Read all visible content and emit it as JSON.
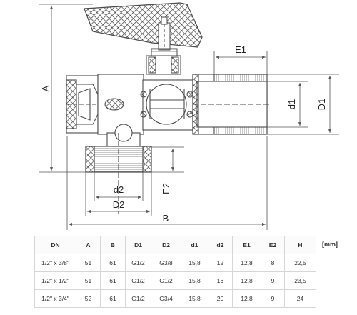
{
  "drawing": {
    "dims": {
      "A": "A",
      "B": "B",
      "E1": "E1",
      "E2": "E2",
      "d1": "d1",
      "D1": "D1",
      "d2": "d2",
      "D2": "D2"
    },
    "colors": {
      "line": "#4a4a4a",
      "hatch": "#3b3b3b",
      "dim": "#555555"
    }
  },
  "table": {
    "unit": "[mm]",
    "headers": [
      "DN",
      "A",
      "B",
      "D1",
      "D2",
      "d1",
      "d2",
      "E1",
      "E2",
      "H"
    ],
    "rows": [
      [
        "1/2\" x 3/8\"",
        "51",
        "61",
        "G1/2",
        "G3/8",
        "15,8",
        "12",
        "12,8",
        "8",
        "22,5"
      ],
      [
        "1/2\" x 1/2\"",
        "51",
        "61",
        "G1/2",
        "G1/2",
        "15,8",
        "16",
        "12,8",
        "9",
        "23,5"
      ],
      [
        "1/2\" x 3/4\"",
        "52",
        "61",
        "G1/2",
        "G3/4",
        "15,8",
        "20",
        "12,8",
        "9",
        "24"
      ]
    ]
  }
}
